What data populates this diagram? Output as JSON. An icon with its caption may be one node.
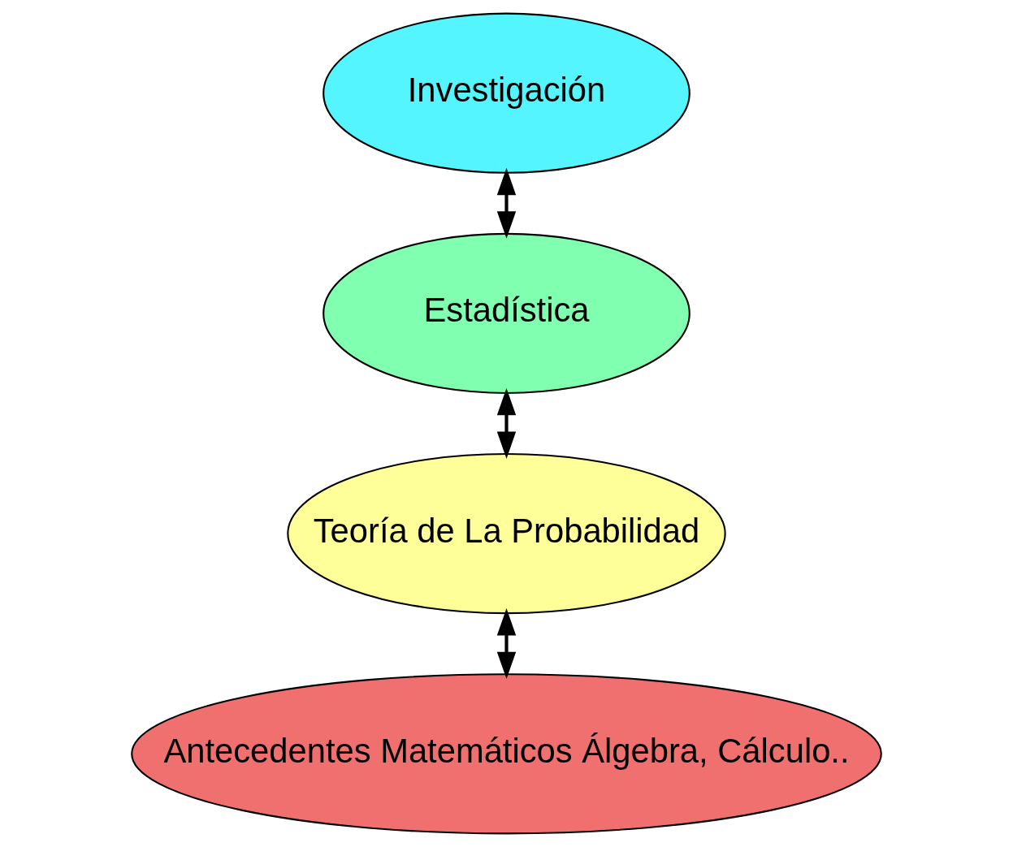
{
  "diagram": {
    "nodes": [
      {
        "text": [
          "Investigación"
        ]
      },
      {
        "text": [
          "Estadística"
        ]
      },
      {
        "text": [
          "Teoría de La Probabilidad"
        ]
      },
      {
        "text": [
          "Antecedentes Matemáticos Álgebra, Cálculo.."
        ]
      }
    ],
    "edges": [
      {
        "from": 3,
        "to": 2,
        "arrow": "both"
      },
      {
        "from": 2,
        "to": 1,
        "arrow": "both"
      },
      {
        "from": 1,
        "to": 0,
        "arrow": "both"
      }
    ]
  }
}
